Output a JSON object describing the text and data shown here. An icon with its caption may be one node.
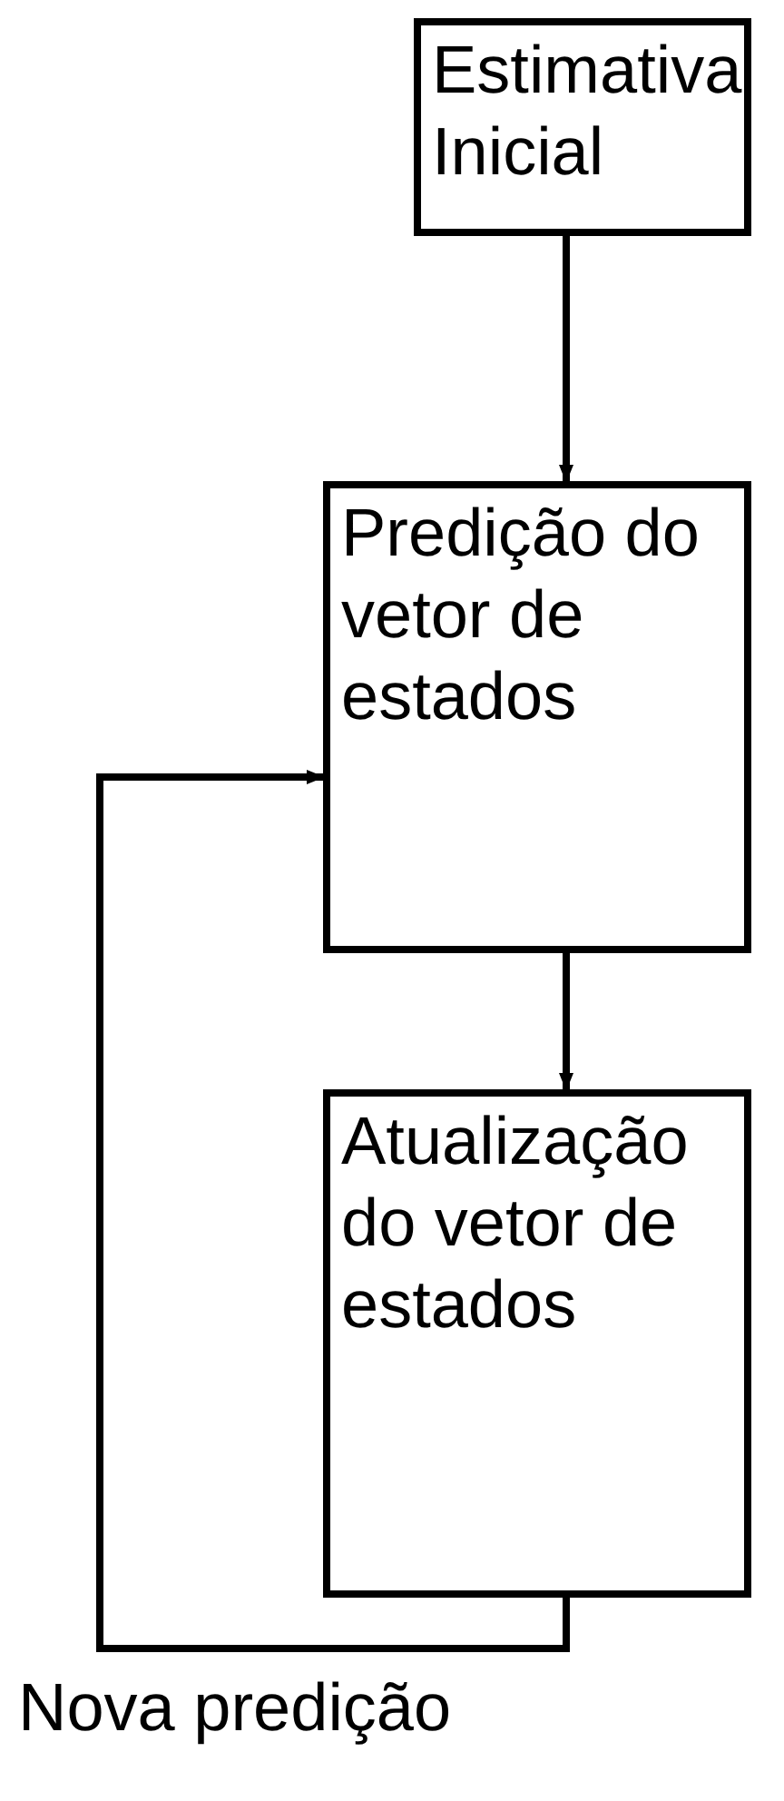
{
  "diagram": {
    "nodes": [
      {
        "text": [
          "Estimativa Inicial"
        ]
      },
      {
        "text": [
          "Predição do vetor de estados"
        ]
      },
      {
        "text": [
          "Atualização do vetor de estados"
        ]
      }
    ],
    "edges": [
      {
        "from": 0,
        "to": 1,
        "arrow": "to"
      },
      {
        "from": 1,
        "to": 2,
        "arrow": "to"
      },
      {
        "from": 2,
        "to": 1,
        "arrow": "to",
        "label": "Nova predição"
      }
    ]
  }
}
